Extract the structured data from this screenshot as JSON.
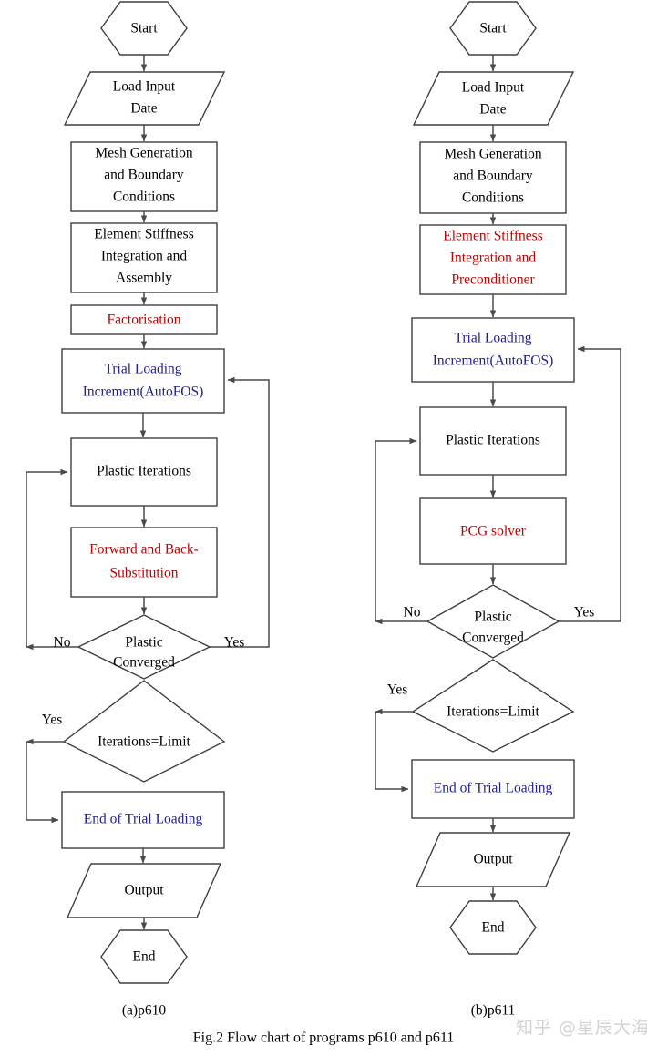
{
  "figure": {
    "caption": "Fig.2 Flow chart of programs p610 and p611",
    "watermark": "知乎 @星辰大海",
    "colors": {
      "highlight_red": "#C00000",
      "highlight_blue": "#1F1F8F",
      "outline": "#3f3f3f",
      "connector": "#4a4a4a",
      "background": "#ffffff"
    }
  },
  "charts": [
    {
      "id": "p610",
      "sub_caption": "(a)p610",
      "nodes": {
        "start": {
          "label": "Start",
          "shape": "hexagon",
          "color": "black"
        },
        "load_input": {
          "label_line1": "Load Input",
          "label_line2": "Date",
          "shape": "parallelogram",
          "color": "black"
        },
        "mesh": {
          "label_line1": "Mesh Generation",
          "label_line2": "and Boundary",
          "label_line3": "Conditions",
          "shape": "rect",
          "color": "black"
        },
        "stiffness": {
          "label_line1": "Element Stiffness",
          "label_line2": "Integration and",
          "label_line3": "Assembly",
          "shape": "rect",
          "color": "black"
        },
        "factorisation": {
          "label": "Factorisation",
          "shape": "rect",
          "color": "red"
        },
        "trial_loading": {
          "label_line1": "Trial Loading",
          "label_line2": "Increment(AutoFOS)",
          "shape": "rect",
          "color": "blue"
        },
        "plastic_iterations": {
          "label": "Plastic Iterations",
          "shape": "rect",
          "color": "black"
        },
        "forward_back": {
          "label_line1": "Forward and Back-",
          "label_line2": "Substitution",
          "shape": "rect",
          "color": "red"
        },
        "plastic_converged": {
          "label_line1": "Plastic",
          "label_line2": "Converged",
          "shape": "diamond",
          "color": "black"
        },
        "iterations_limit": {
          "label": "Iterations=Limit",
          "shape": "diamond",
          "color": "black"
        },
        "end_trial": {
          "label": "End of Trial Loading",
          "shape": "rect",
          "color": "blue"
        },
        "output": {
          "label": "Output",
          "shape": "parallelogram",
          "color": "black"
        },
        "end": {
          "label": "End",
          "shape": "hexagon",
          "color": "black"
        }
      },
      "branch_labels": {
        "converged_no": "No",
        "converged_yes": "Yes",
        "limit_yes": "Yes"
      }
    },
    {
      "id": "p611",
      "sub_caption": "(b)p611",
      "nodes": {
        "start": {
          "label": "Start",
          "shape": "hexagon",
          "color": "black"
        },
        "load_input": {
          "label_line1": "Load Input",
          "label_line2": "Date",
          "shape": "parallelogram",
          "color": "black"
        },
        "mesh": {
          "label_line1": "Mesh Generation",
          "label_line2": "and Boundary",
          "label_line3": "Conditions",
          "shape": "rect",
          "color": "black"
        },
        "stiffness": {
          "label_line1": "Element Stiffness",
          "label_line2": "Integration and",
          "label_line3": "Preconditioner",
          "shape": "rect",
          "color": "red"
        },
        "trial_loading": {
          "label_line1": "Trial Loading",
          "label_line2": "Increment(AutoFOS)",
          "shape": "rect",
          "color": "blue"
        },
        "plastic_iterations": {
          "label": "Plastic Iterations",
          "shape": "rect",
          "color": "black"
        },
        "pcg_solver": {
          "label": "PCG solver",
          "shape": "rect",
          "color": "red"
        },
        "plastic_converged": {
          "label_line1": "Plastic",
          "label_line2": "Converged",
          "shape": "diamond",
          "color": "black"
        },
        "iterations_limit": {
          "label": "Iterations=Limit",
          "shape": "diamond",
          "color": "black"
        },
        "end_trial": {
          "label": "End of Trial Loading",
          "shape": "rect",
          "color": "blue"
        },
        "output": {
          "label": "Output",
          "shape": "parallelogram",
          "color": "black"
        },
        "end": {
          "label": "End",
          "shape": "hexagon",
          "color": "black"
        }
      },
      "branch_labels": {
        "converged_no": "No",
        "converged_yes": "Yes",
        "limit_yes": "Yes"
      }
    }
  ]
}
